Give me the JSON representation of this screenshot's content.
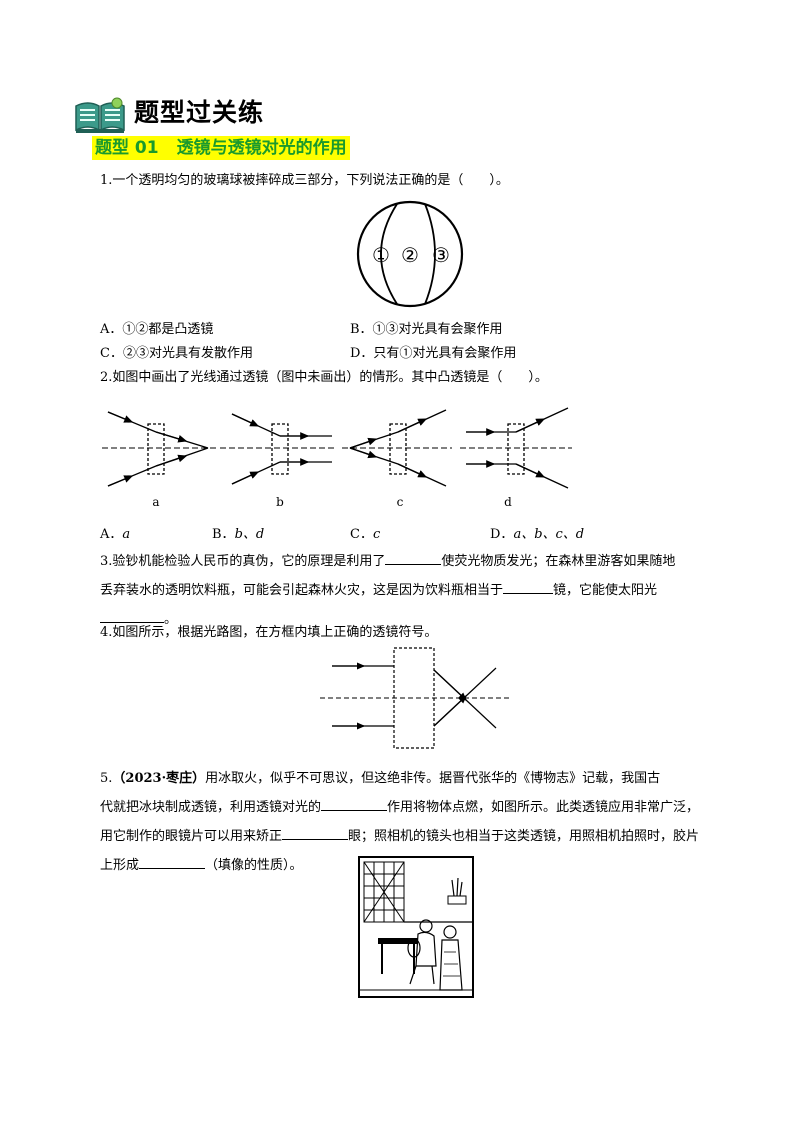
{
  "section_title": "题型过关练",
  "subtitle": {
    "code": "题型 01",
    "text": "透镜与透镜对光的作用"
  },
  "q1": {
    "stem": "1.一个透明均匀的玻璃球被摔碎成三部分，下列说法正确的是（　　）。",
    "labels": [
      "①",
      "②",
      "③"
    ],
    "options": [
      "A．①②都是凸透镜",
      "B．①③对光具有会聚作用",
      "C．②③对光具有发散作用",
      "D．只有①对光具有会聚作用"
    ]
  },
  "q2": {
    "stem": "2.如图中画出了光线通过透镜（图中未画出）的情形。其中凸透镜是（　　）。",
    "fig_labels": [
      "a",
      "b",
      "c",
      "d"
    ],
    "opts": [
      {
        "letter": "A．",
        "val": "a"
      },
      {
        "letter": "B．",
        "val": "b、d"
      },
      {
        "letter": "C．",
        "val": "c"
      },
      {
        "letter": "D．",
        "val": "a、b、c、d"
      }
    ]
  },
  "q3": {
    "p1": "3.验钞机能检验人民币的真伪，它的原理是利用了",
    "p2": "使荧光物质发光；在森林里游客如果随地",
    "p3": "丢弃装水的透明饮料瓶，可能会引起森林火灾，这是因为饮料瓶相当于",
    "p4": "镜，它能使太阳光",
    "p5": "。"
  },
  "q4": {
    "stem": "4.如图所示，根据光路图，在方框内填上正确的透镜符号。"
  },
  "q5": {
    "num": "5.",
    "src": "（2023·枣庄）",
    "t1": "用冰取火，似乎不可思议，但这绝非传。据晋代张华的《博物志》记载，我国古",
    "t2": "代就把冰块制成透镜，利用透镜对光的",
    "t3": "作用将物体点燃，如图所示。此类透镜应用非常广泛，",
    "t4": "用它制作的眼镜片可以用来矫正",
    "t5": "眼；照相机的镜头也相当于这类透镜，用照相机拍照时，胶片",
    "t6": "上形成",
    "t7": "（填像的性质）。"
  }
}
